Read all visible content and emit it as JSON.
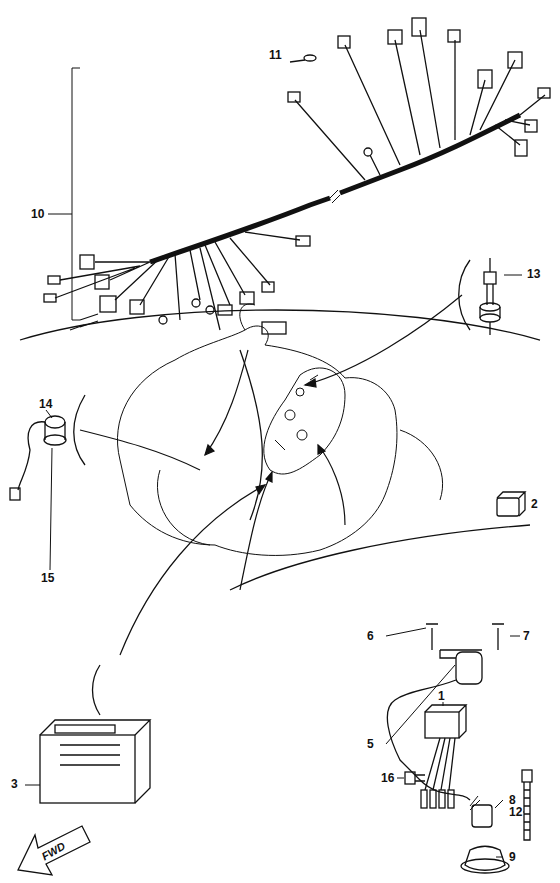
{
  "diagram": {
    "labels": [
      "11",
      "10",
      "13",
      "14",
      "2",
      "15",
      "6",
      "7",
      "1",
      "5",
      "3",
      "16",
      "12",
      "8",
      "9",
      "FWD"
    ]
  }
}
